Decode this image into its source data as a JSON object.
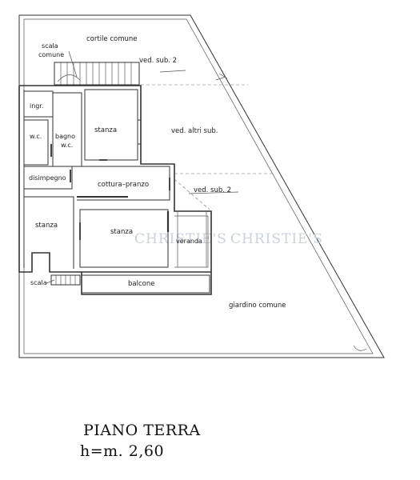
{
  "labels": {
    "cortile": "cortile comune",
    "scala_top": "scala",
    "comune_top": "comune",
    "ved_sub_2_top": "ved. sub. 2",
    "ingr": "ingr.",
    "wc": "w.c.",
    "bagno": "bagno",
    "bagno_wc": "w.c.",
    "stanza_top": "stanza",
    "ved_altri": "ved. altri sub.",
    "disimpegno": "disimpegno",
    "cottura": "cottura–pranzo",
    "ved_sub_2_mid": "ved. sub. 2",
    "stanza_left": "stanza",
    "stanza_mid": "stanza",
    "veranda": "veranda",
    "scala_bottom": "scala",
    "balcone": "balcone",
    "giardino": "giardino comune"
  },
  "watermark": "CHRISTIE'S",
  "title": {
    "line1": "PIANO TERRA",
    "line2": "h=m. 2,60"
  }
}
